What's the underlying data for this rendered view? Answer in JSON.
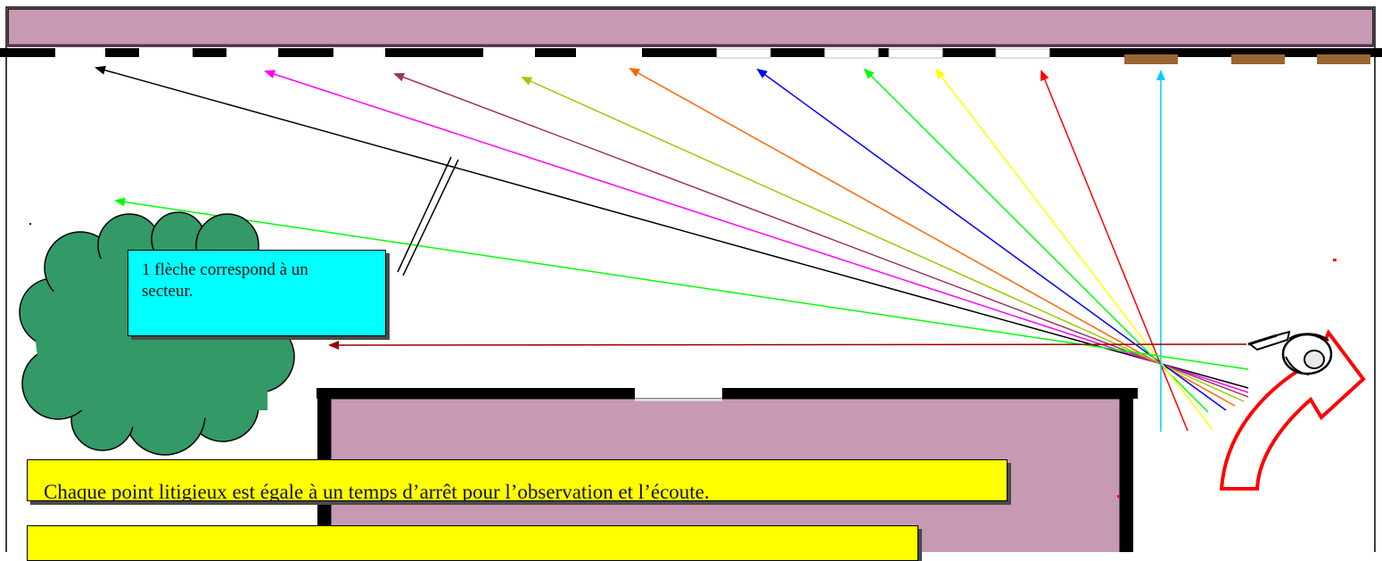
{
  "colors": {
    "building": "#c799b3",
    "tree": "#339966",
    "note_sector_bg": "#00ffff",
    "note_stop_bg": "#ffff00",
    "wall": "#000000",
    "door": "#996633",
    "turn_arrow": "#ff0000"
  },
  "notes": {
    "sector": "1 flèche correspond à un secteur.",
    "stop": "Chaque point litigieux est égale à un temps d’arrêt pour l’observation et l’écoute."
  },
  "sectors": [
    {
      "name": "sector-black",
      "color": "#000000"
    },
    {
      "name": "sector-magenta",
      "color": "#ff00ff"
    },
    {
      "name": "sector-plum",
      "color": "#993366"
    },
    {
      "name": "sector-olive",
      "color": "#99cc00"
    },
    {
      "name": "sector-orange",
      "color": "#ff6600"
    },
    {
      "name": "sector-blue",
      "color": "#0000ff"
    },
    {
      "name": "sector-green",
      "color": "#00ff00"
    },
    {
      "name": "sector-yellow",
      "color": "#ffff00"
    },
    {
      "name": "sector-red",
      "color": "#ff0000"
    },
    {
      "name": "sector-skyblue",
      "color": "#00ccff"
    },
    {
      "name": "sector-lime-left",
      "color": "#00ff00"
    },
    {
      "name": "sector-darkred",
      "color": "#990000"
    }
  ],
  "icons": {
    "observer": "armed-person-icon",
    "tree": "tree-icon",
    "turn": "u-turn-arrow-icon"
  }
}
